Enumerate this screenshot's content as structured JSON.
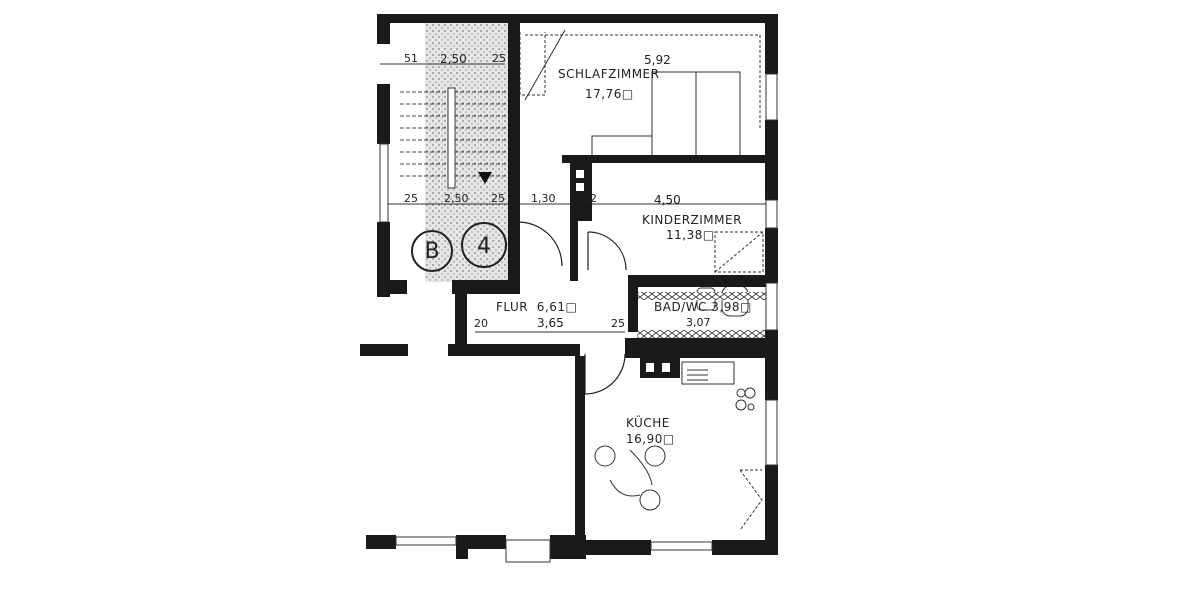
{
  "plan": {
    "type": "apartment floor plan",
    "rooms": [
      {
        "name": "SCHLAFZIMMER",
        "area": "17,76",
        "unit": "□",
        "width_dim": "5,92"
      },
      {
        "name": "KINDERZIMMER",
        "area": "11,38",
        "unit": "□",
        "width_dim": "4,50"
      },
      {
        "name": "FLUR",
        "area": "6,61",
        "unit": "□",
        "width_dim": "3,65"
      },
      {
        "name": "BAD/WC",
        "area": "3,98",
        "unit": "□",
        "width_dim": "3,07"
      },
      {
        "name": "KÜCHE",
        "area": "16,90",
        "unit": "□"
      }
    ],
    "dimensions": {
      "stair_top_left": "51",
      "stair_top_width": "2,50",
      "stair_top_right": "25",
      "stair_bottom_left": "25",
      "stair_bottom_width": "2,50",
      "stair_bottom_right": "25",
      "passage": "1,30",
      "kinder_wall": "12",
      "flur_left": "20",
      "flur_right": "25"
    },
    "symbols": {
      "circle_b": "B",
      "circle_4": "4"
    },
    "colors": {
      "wall": "#1a1a1a",
      "stair_fill": "#d8d8d8",
      "background": "#ffffff"
    }
  }
}
